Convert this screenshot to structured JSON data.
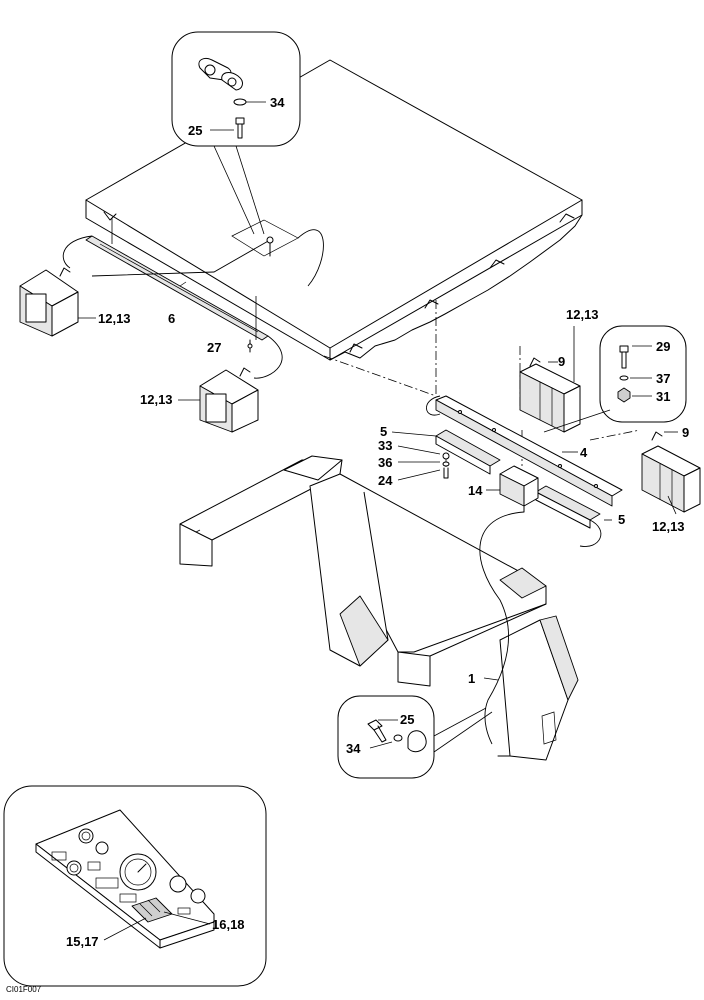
{
  "drawing_code": "CI01F007",
  "callouts": {
    "c34_top": "34",
    "c25_top": "25",
    "c12_13_left": "12,13",
    "c6": "6",
    "c27": "27",
    "c12_13_mid": "12,13",
    "c12_13_right_top": "12,13",
    "c9_a": "9",
    "c29": "29",
    "c37": "37",
    "c31": "31",
    "c9_b": "9",
    "c5_a": "5",
    "c33": "33",
    "c36": "36",
    "c24": "24",
    "c4": "4",
    "c14": "14",
    "c5_b": "5",
    "c12_13_right_bottom": "12,13",
    "c1": "1",
    "c25_bottom": "25",
    "c34_bottom": "34",
    "c16_18": "16,18",
    "c15_17": "15,17"
  }
}
